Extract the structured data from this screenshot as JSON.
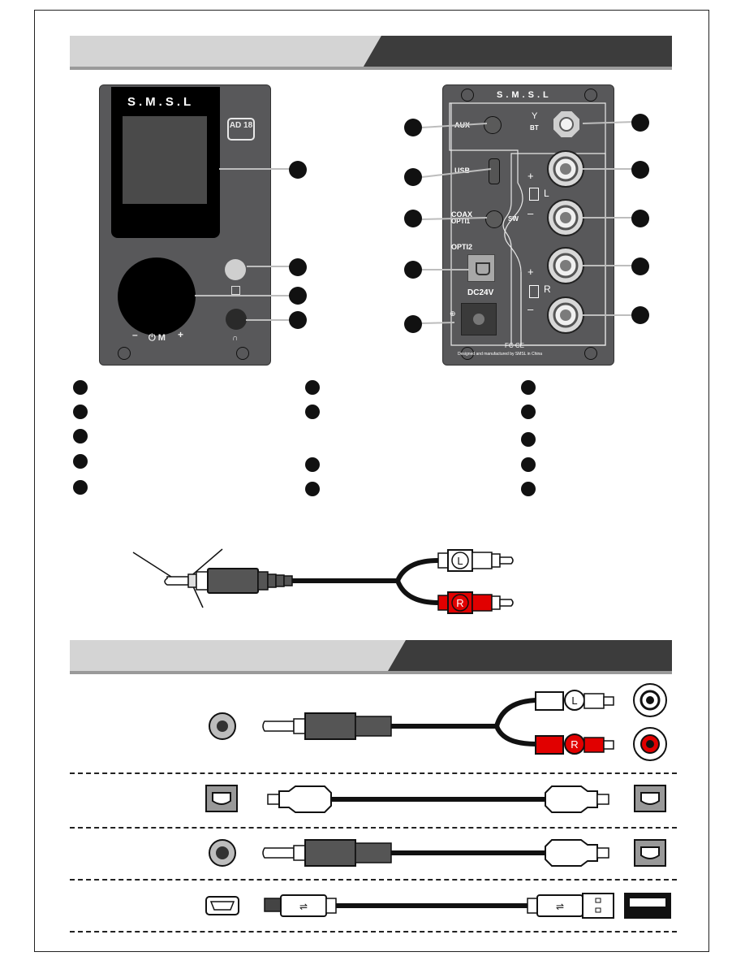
{
  "front_panel": {
    "brand": "S.M.S.L",
    "model_badge": "AD 18",
    "volume_minus": "–",
    "volume_plus": "+",
    "power_mode": "⏻ M",
    "ir_icon": "infrared-remote-icon",
    "headphone_icon": "headphone-icon"
  },
  "rear_panel": {
    "brand": "S.M.S.L",
    "aux": "AUX",
    "bt": "BT",
    "usb": "USB",
    "coax": "COAX",
    "opti1": "OPTI1",
    "sw": "SW",
    "opti2": "OPTI2",
    "dc": "DC24V",
    "left": "L",
    "right": "R",
    "plus": "+",
    "minus": "–",
    "cert": "FC CE",
    "footer": "Designed and manufactured by SMSL in China"
  },
  "cable_labels": {
    "left": "L",
    "right": "R"
  },
  "colors": {
    "banner_dark": "#3c3c3c",
    "banner_light": "#d4d4d4",
    "panel": "#58585a",
    "rca_red": "#e10000"
  }
}
